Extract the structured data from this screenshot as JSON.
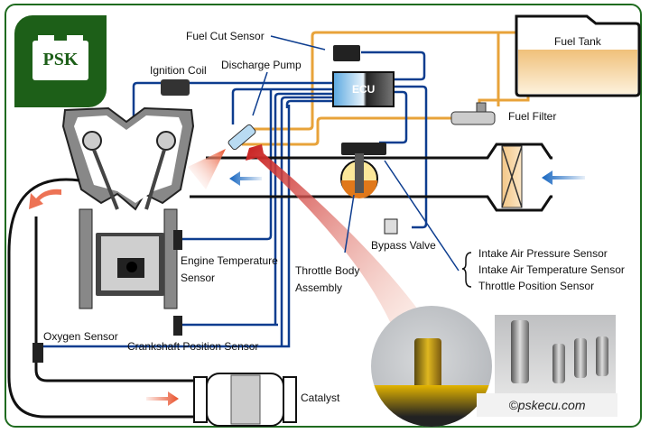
{
  "logo": {
    "text": "PSK",
    "color": "#1d5f18"
  },
  "labels": {
    "fuel_cut_sensor": "Fuel Cut Sensor",
    "ignition_coil": "Ignition Coil",
    "discharge_pump": "Discharge Pump",
    "ecu": "ECU",
    "fuel_tank": "Fuel Tank",
    "fuel_filter": "Fuel Filter",
    "bypass_valve": "Bypass Valve",
    "intake_sensors": [
      "Intake Air Pressure Sensor",
      "Intake Air Temperature Sensor",
      "Throttle Position Sensor"
    ],
    "throttle_body_1": "Throttle Body",
    "throttle_body_2": "Assembly",
    "engine_temp_1": "Engine Temperature",
    "engine_temp_2": "Sensor",
    "oxygen_sensor": "Oxygen Sensor",
    "crankshaft_sensor": "Crankshaft Position Sensor",
    "catalyst": "Catalyst"
  },
  "copyright": "©pskecu.com",
  "colors": {
    "frame": "#1f6b1f",
    "signal_wire": "#0d3d8f",
    "fuel_line": "#e8a33a",
    "airflow_arrow": "#1565c0",
    "exhaust_arrow": "#e8502a",
    "highlight_arrow": "#c81e1e"
  }
}
